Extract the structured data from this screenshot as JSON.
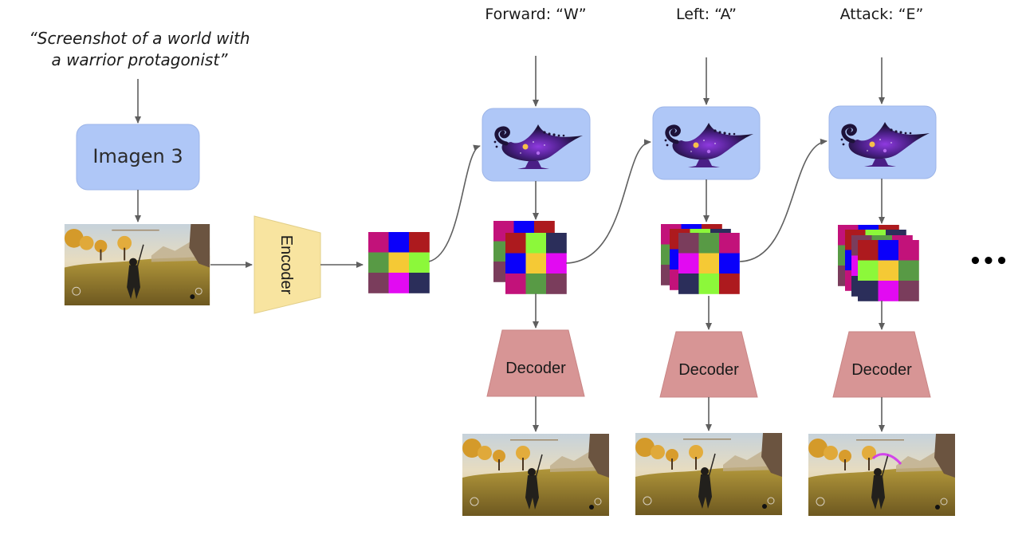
{
  "prompt": {
    "line1": "“Screenshot of a world with",
    "line2": "a warrior protagonist”"
  },
  "image_generator": {
    "label": "Imagen 3"
  },
  "encoder": {
    "label": "Encoder"
  },
  "decoder": {
    "label": "Decoder"
  },
  "actions": [
    {
      "label": "Forward: “W”",
      "key": "W"
    },
    {
      "label": "Left: “A”",
      "key": "A"
    },
    {
      "label": "Attack: “E”",
      "key": "E"
    }
  ],
  "world_model_icon": "genie-lamp-icon",
  "frames": [
    {
      "name": "input-frame",
      "description": "warrior in golden grass field, rear view"
    },
    {
      "name": "output-frame-forward",
      "description": "warrior walking forward in grass field"
    },
    {
      "name": "output-frame-left",
      "description": "warrior walking, view shifted left"
    },
    {
      "name": "output-frame-attack",
      "description": "warrior swinging weapon with purple effect"
    }
  ],
  "continuation": "•••",
  "colors": {
    "background": "#ffffff",
    "imagen_box": "#afc7f7",
    "genie_box": "#afc7f7",
    "encoder": "#f8e4a0",
    "decoder": "#d79595",
    "arrow": "#5f5f5f",
    "lamp_body": "#2a1547",
    "lamp_glow": "#7b2fd0",
    "lamp_gem": "#f6c04a"
  },
  "palette": {
    "pink": "#c2127a",
    "blue": "#0a00fa",
    "red": "#ad1a1e",
    "green": "#589a45",
    "yellow": "#f5c935",
    "lime": "#8cf83a",
    "plum": "#7a3d5c",
    "magenta": "#e20af2",
    "navy": "#2b2e5a"
  },
  "latents": {
    "initial": [
      [
        "pink",
        "blue",
        "red"
      ],
      [
        "green",
        "yellow",
        "lime"
      ],
      [
        "plum",
        "magenta",
        "navy"
      ]
    ],
    "step1": [
      [
        "red",
        "lime",
        "navy"
      ],
      [
        "blue",
        "yellow",
        "magenta"
      ],
      [
        "pink",
        "green",
        "plum"
      ]
    ],
    "step2": [
      [
        "plum",
        "green",
        "pink"
      ],
      [
        "magenta",
        "yellow",
        "blue"
      ],
      [
        "navy",
        "lime",
        "red"
      ]
    ],
    "step3": [
      [
        "red",
        "blue",
        "pink"
      ],
      [
        "lime",
        "yellow",
        "green"
      ],
      [
        "navy",
        "magenta",
        "plum"
      ]
    ]
  }
}
